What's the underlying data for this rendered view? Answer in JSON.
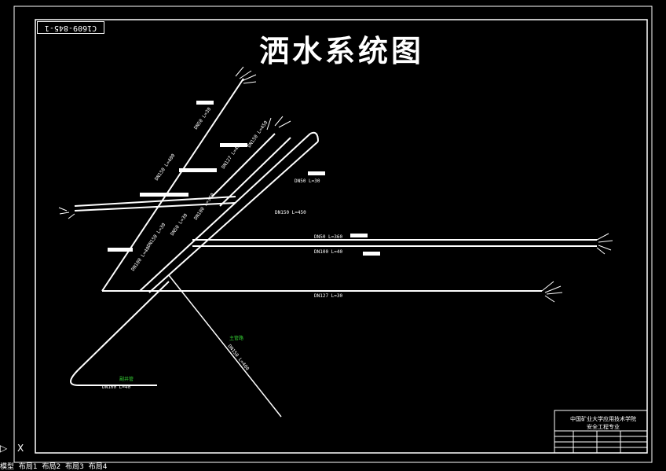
{
  "drawing": {
    "title": "洒水系统图",
    "code": "C1609-845-1",
    "title_block": {
      "line1": "中国矿业大学应用技术学院",
      "line2": "安全工程专业"
    }
  },
  "annotations": [
    {
      "text": "DN50  L=30"
    },
    {
      "text": "DN127  L=40"
    },
    {
      "text": "DN150  L=450"
    },
    {
      "text": "DN50  L=30"
    },
    {
      "text": "DN150  L=450"
    },
    {
      "text": "DN50  L=360"
    },
    {
      "text": "DN100  L=40"
    },
    {
      "text": "DN127  L=30"
    },
    {
      "text": "DN100  L=40"
    },
    {
      "text": "DN150  L=30"
    },
    {
      "text": "DN50  L=30"
    },
    {
      "text": "DN100  L=360"
    },
    {
      "text": "DN100  L=40"
    },
    {
      "text": "DN150  L=400"
    },
    {
      "text": "DN150  L=400"
    }
  ],
  "green_labels": [
    "主管路",
    "副井管"
  ],
  "status": {
    "ucs_icon": "ucs-icon",
    "crosshair": "X"
  },
  "layout_tabs": [
    "模型",
    "布局1",
    "布局2",
    "布局3",
    "布局4"
  ],
  "colors": {
    "background": "#000000",
    "lines": "#ffffff",
    "green": "#33cc33"
  }
}
